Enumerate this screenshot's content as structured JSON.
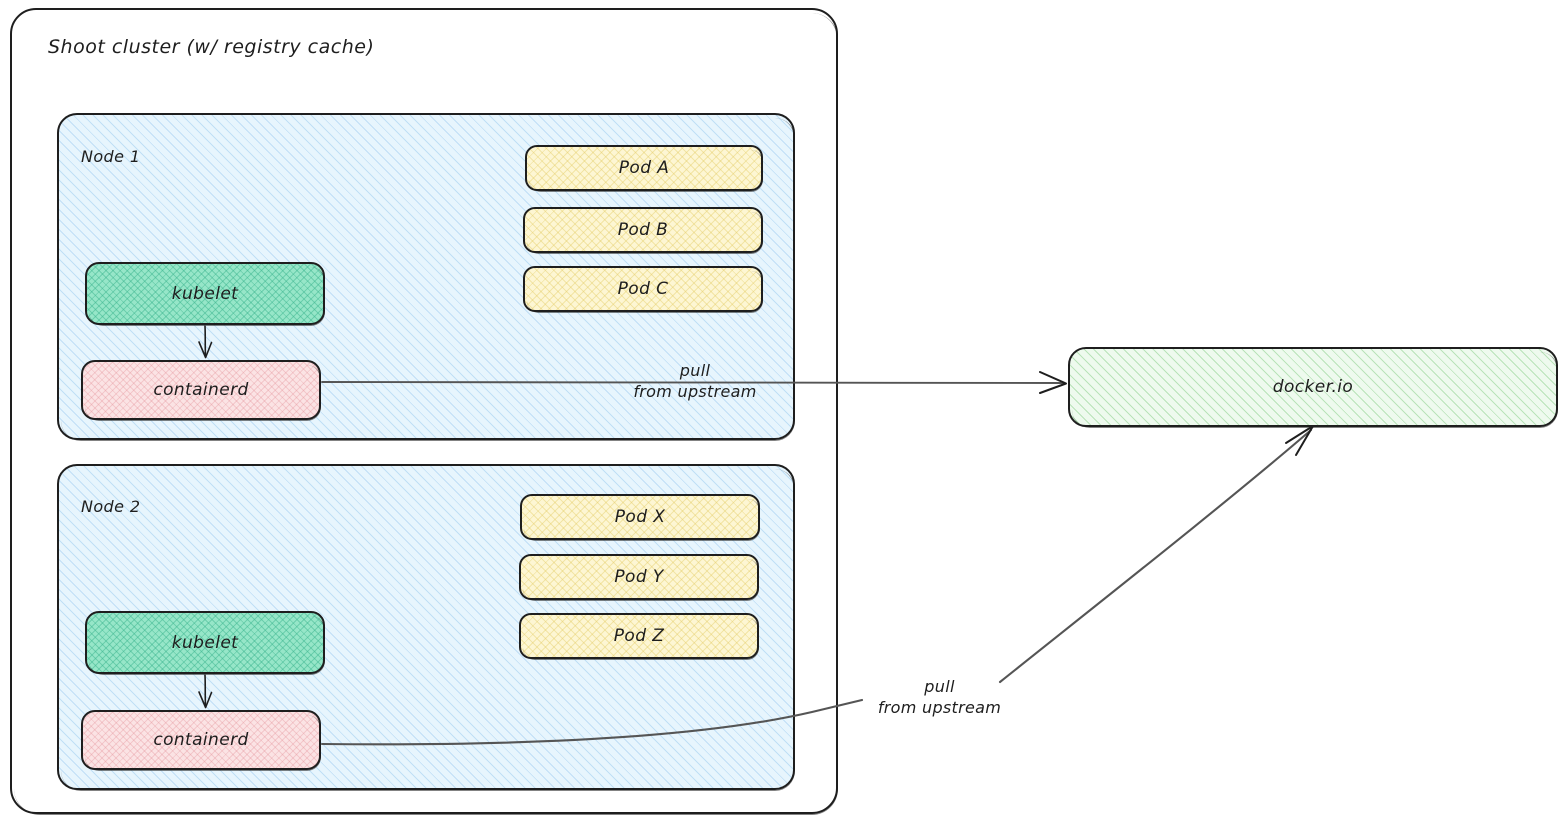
{
  "diagram": {
    "title": "Shoot cluster (w/ registry cache)",
    "cluster": {
      "label": "Shoot cluster (w/ registry cache)"
    },
    "nodes": [
      {
        "label": "Node 1",
        "kubelet": "kubelet",
        "containerd": "containerd",
        "pods": [
          "Pod A",
          "Pod B",
          "Pod C"
        ]
      },
      {
        "label": "Node 2",
        "kubelet": "kubelet",
        "containerd": "containerd",
        "pods": [
          "Pod X",
          "Pod Y",
          "Pod Z"
        ]
      }
    ],
    "registry": {
      "label": "docker.io"
    },
    "edges": [
      {
        "label_line1": "pull",
        "label_line2": "from upstream",
        "from": "node1-containerd",
        "to": "registry"
      },
      {
        "label_line1": "pull",
        "label_line2": "from upstream",
        "from": "node2-containerd",
        "to": "registry"
      }
    ],
    "colors": {
      "node_fill": "#e7f5fd",
      "pod_fill": "#fdf6d3",
      "kubelet_fill": "#96e6c8",
      "containerd_fill": "#fbe3e4",
      "registry_fill": "#eefaee",
      "stroke": "#1e1e1e",
      "arrow": "#555555"
    }
  }
}
